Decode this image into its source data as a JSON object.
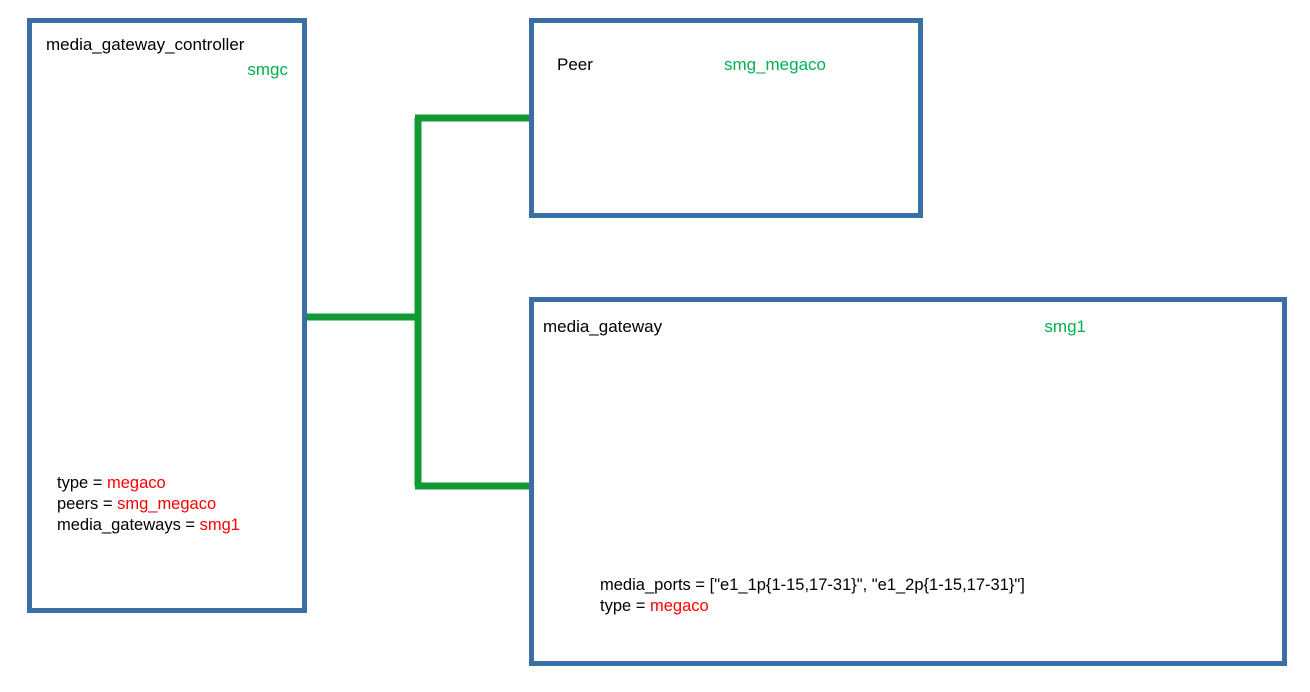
{
  "diagram": {
    "type": "entity-relationship-tree",
    "background_color": "#ffffff",
    "box_border_color": "#3a6ea5",
    "connector_color": "#119933",
    "instance_label_color": "#00b14f",
    "attribute_value_color": "#ff0000"
  },
  "nodes": {
    "controller": {
      "title": "media_gateway_controller",
      "instance": "smgc",
      "attributes": [
        {
          "key": "type = ",
          "value": "megaco",
          "value_style": "red"
        },
        {
          "key": "peers = ",
          "value": "smg_megaco",
          "value_style": "red"
        },
        {
          "key": "media_gateways = ",
          "value": "smg1",
          "value_style": "red"
        }
      ]
    },
    "peer": {
      "title": "Peer",
      "instance": "smg_megaco",
      "attributes": []
    },
    "gateway": {
      "title": "media_gateway",
      "instance": "smg1",
      "attributes": [
        {
          "key": "media_ports = ",
          "value": "[\"e1_1p{1-15,17-31}\", \"e1_2p{1-15,17-31}\"]",
          "value_style": "plain"
        },
        {
          "key": "type = ",
          "value": "megaco",
          "value_style": "red"
        }
      ]
    }
  },
  "connections": [
    {
      "from": "controller",
      "to": "peer"
    },
    {
      "from": "controller",
      "to": "gateway"
    }
  ]
}
